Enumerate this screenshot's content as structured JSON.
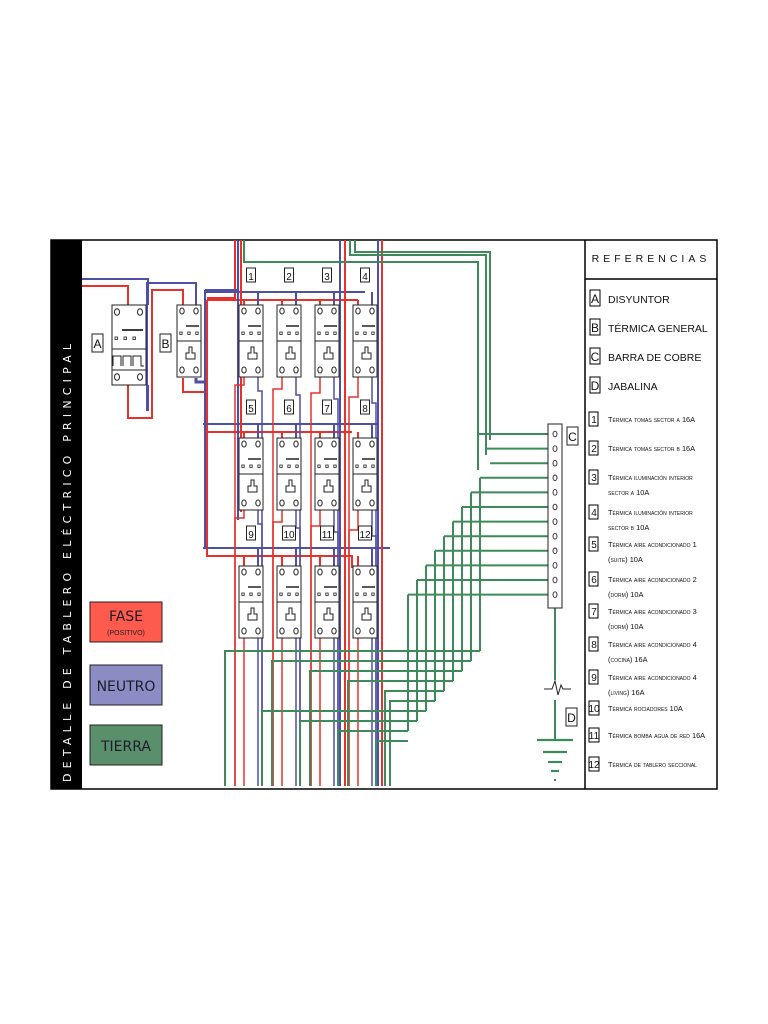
{
  "title": "DETALLE DE TABLERO ELÉCTRICO PRINCIPAL",
  "colors": {
    "fase": "#ff5a4e",
    "fase_wire": "#e8312b",
    "neutro": "#8c8cc4",
    "neutro_wire": "#4f4fa8",
    "tierra": "#5a8f6c",
    "tierra_wire": "#3f8a5a",
    "frame": "#000000"
  },
  "components": {
    "A": "A",
    "B": "B",
    "C": "C",
    "D": "D"
  },
  "breakers": [
    "1",
    "2",
    "3",
    "4",
    "5",
    "6",
    "7",
    "8",
    "9",
    "10",
    "11",
    "12"
  ],
  "legend": [
    {
      "key": "fase",
      "label": "FASE",
      "sub": "(POSITIVO)"
    },
    {
      "key": "neutro",
      "label": "NEUTRO",
      "sub": ""
    },
    {
      "key": "tierra",
      "label": "TIERRA",
      "sub": ""
    }
  ],
  "references": {
    "title": "REFERENCIAS",
    "main": [
      {
        "code": "A",
        "text": "DISYUNTOR"
      },
      {
        "code": "B",
        "text": "TÉRMICA GENERAL"
      },
      {
        "code": "C",
        "text": "BARRA DE COBRE"
      },
      {
        "code": "D",
        "text": "JABALINA"
      }
    ],
    "items": [
      {
        "code": "1",
        "lines": [
          "Térmica tomas sector a 16A"
        ]
      },
      {
        "code": "2",
        "lines": [
          "Térmica tomas sector b 16A"
        ]
      },
      {
        "code": "3",
        "lines": [
          "Térmica iluminación interior",
          "sector a 10A"
        ]
      },
      {
        "code": "4",
        "lines": [
          "Térmica iluminación interior",
          "sector b 10A"
        ]
      },
      {
        "code": "5",
        "lines": [
          "Térmica aire acondicionado 1",
          "(suite) 10A"
        ]
      },
      {
        "code": "6",
        "lines": [
          "Térmica aire acondicionado 2",
          "(dorm) 10A"
        ]
      },
      {
        "code": "7",
        "lines": [
          "Térmica aire acondicionado 3",
          "(dorm) 10A"
        ]
      },
      {
        "code": "8",
        "lines": [
          "Térmica aire acondicionado 4",
          "(cocina) 16A"
        ]
      },
      {
        "code": "9",
        "lines": [
          "Térmica aire acondicionado 4",
          "(living) 16A"
        ]
      },
      {
        "code": "10",
        "lines": [
          "Térmica rociadores 10A"
        ]
      },
      {
        "code": "11",
        "lines": [
          "Térmica bomba agua de red 16A"
        ]
      },
      {
        "code": "12",
        "lines": [
          "Térmica de tablero seccional"
        ]
      }
    ]
  }
}
